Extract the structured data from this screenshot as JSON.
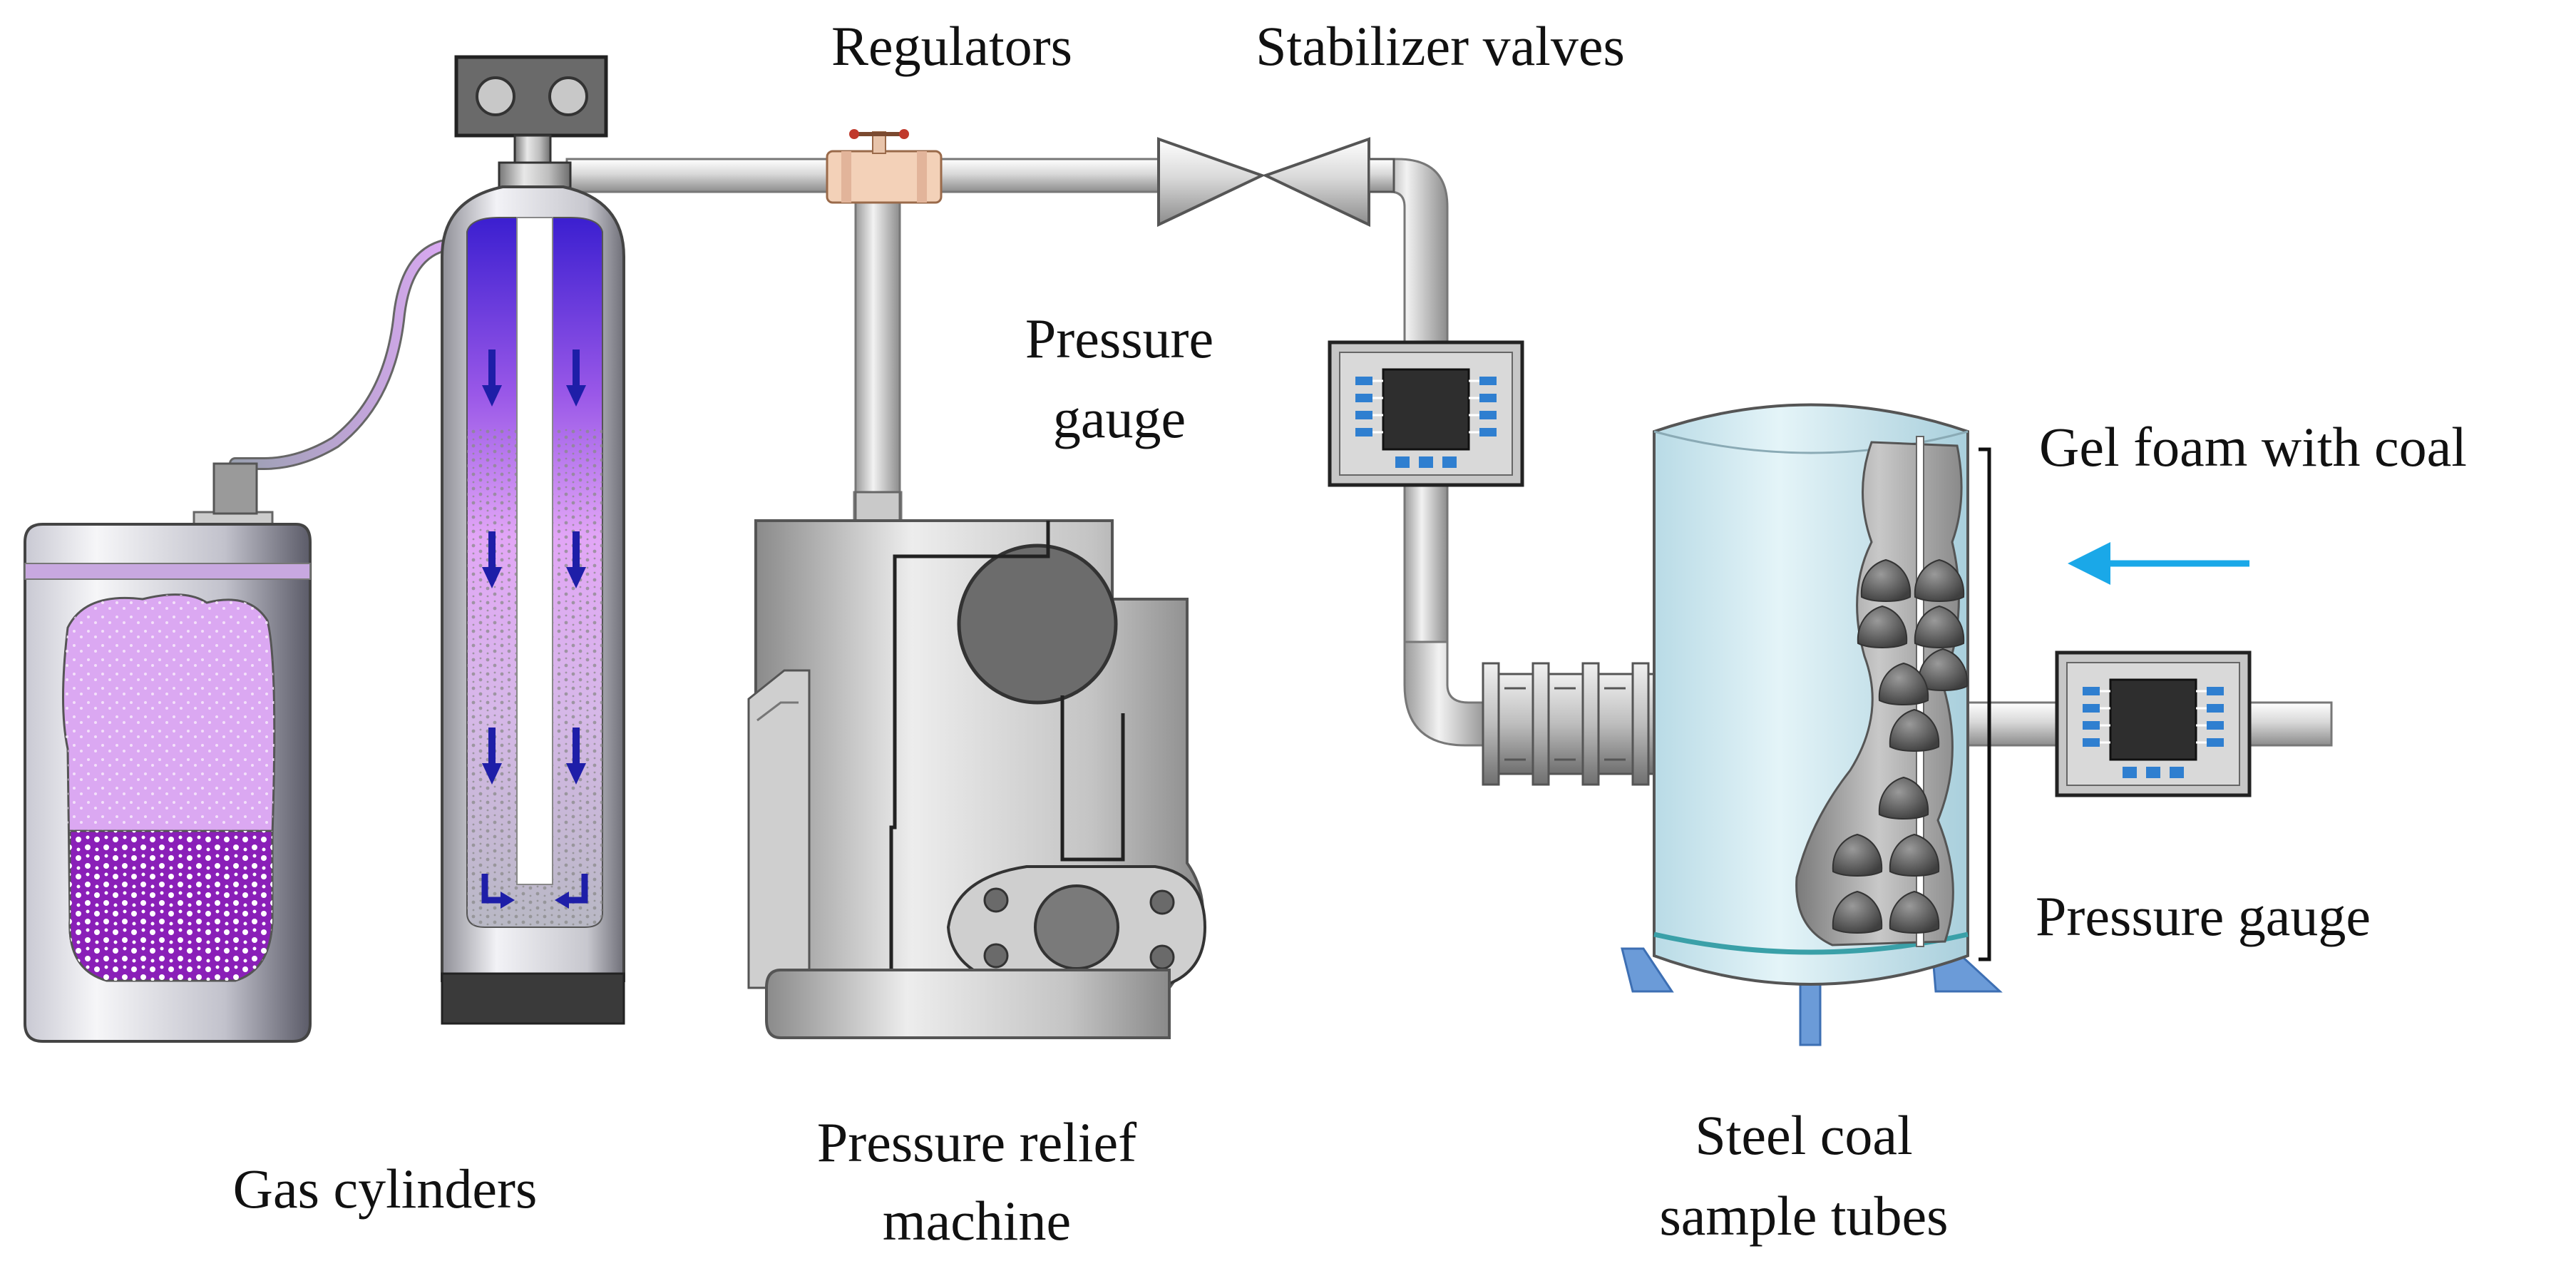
{
  "labels": {
    "regulators": "Regulators",
    "stabilizer_valves": "Stabilizer valves",
    "pressure_gauge_top_1": "Pressure",
    "pressure_gauge_top_2": "gauge",
    "gel_foam": "Gel foam with coal",
    "pressure_gauge_right": "Pressure gauge",
    "gas_cylinders": "Gas cylinders",
    "pressure_relief_1": "Pressure relief",
    "pressure_relief_2": "machine",
    "steel_coal_1": "Steel coal",
    "steel_coal_2": "sample tubes"
  },
  "colors": {
    "pipe": "#d4d4d4",
    "pipe_edge": "#8a8a8a",
    "gas_purple": "#9b30c9",
    "gas_light": "#d8a8f0",
    "arrow_dark": "#1e1ea8",
    "flow_arrow": "#1aa8e8",
    "tank_blue": "#cfe9f2",
    "tank_leg": "#6b9bd8",
    "regulator_valve": "#f3d1b8"
  },
  "icons": {
    "flow_direction": "arrow-left-icon",
    "gauge": "chip-gauge-icon"
  }
}
